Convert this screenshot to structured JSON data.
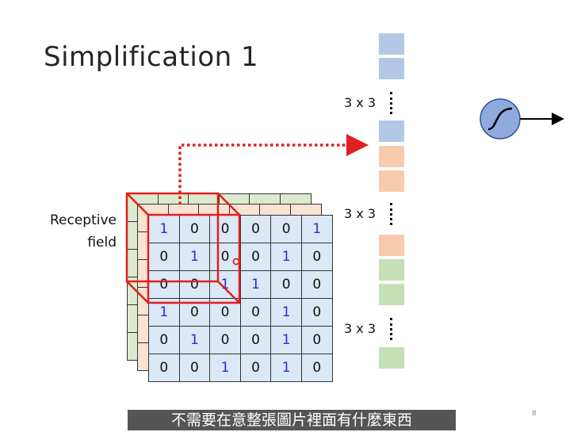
{
  "slide": {
    "title": "Simplification 1",
    "receptive_label_line1": "Receptive",
    "receptive_label_line2": "field",
    "page_number": "8",
    "subtitle": "不需要在意整張圖片裡面有什麼東西"
  },
  "filters": {
    "label_top": "3 x 3",
    "label_mid": "3 x 3",
    "label_bot": "3 x 3"
  },
  "image_channel": {
    "rows": [
      [
        "1",
        "0",
        "0",
        "0",
        "0",
        "1"
      ],
      [
        "0",
        "1",
        "0",
        "0",
        "1",
        "0"
      ],
      [
        "0",
        "0",
        "1",
        "1",
        "0",
        "0"
      ],
      [
        "1",
        "0",
        "0",
        "0",
        "1",
        "0"
      ],
      [
        "0",
        "1",
        "0",
        "0",
        "1",
        "0"
      ],
      [
        "0",
        "0",
        "1",
        "0",
        "1",
        "0"
      ]
    ]
  },
  "colors": {
    "channel_blue": "#dbe8f5",
    "channel_peach": "#f8e2d2",
    "channel_green": "#dcebcf",
    "highlight_red": "#e02020",
    "neuron_blue": "#8faadc"
  },
  "icons": {
    "neuron": "sigmoid-neuron-icon",
    "output_arrow": "arrow-right-icon"
  }
}
